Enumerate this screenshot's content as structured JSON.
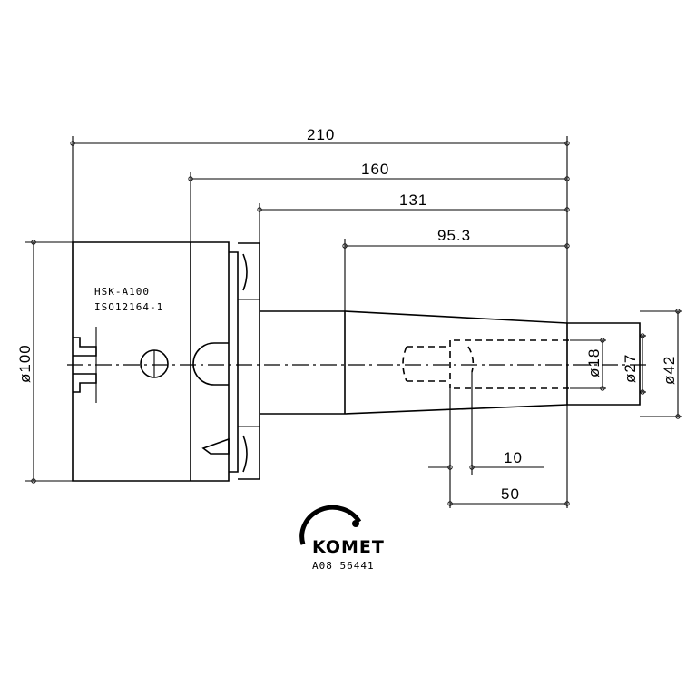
{
  "drawing": {
    "dimensions": {
      "overall_length": "210",
      "length_160": "160",
      "length_131": "131",
      "length_95": "95.3",
      "length_10": "10",
      "length_50": "50",
      "dia_100": "ø100",
      "dia_18": "ø18",
      "dia_27": "ø27",
      "dia_42": "ø42"
    },
    "labels": {
      "interface": "HSK-A100",
      "standard": "ISO12164-1"
    },
    "logo": {
      "brand": "KOMET",
      "part_number": "A08 56441"
    }
  }
}
